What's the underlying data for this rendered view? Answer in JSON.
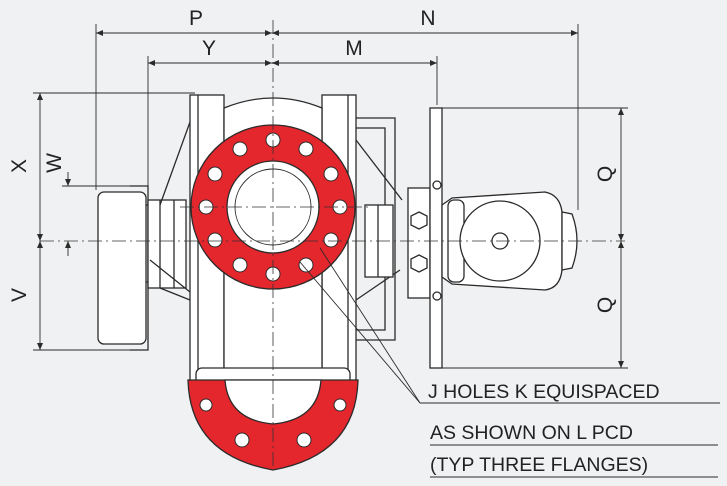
{
  "dimensions": {
    "P": "P",
    "N": "N",
    "Y": "Y",
    "M": "M",
    "X": "X",
    "W": "W",
    "V": "V",
    "Q_upper": "Q",
    "Q_lower": "Q"
  },
  "note": {
    "line1": "J HOLES K EQUISPACED",
    "line2": "AS SHOWN ON L PCD",
    "line3": "(TYP THREE FLANGES)"
  },
  "colors": {
    "flange": "#e4262d",
    "background": "#f0f1f2",
    "line": "#2b2b2b"
  }
}
